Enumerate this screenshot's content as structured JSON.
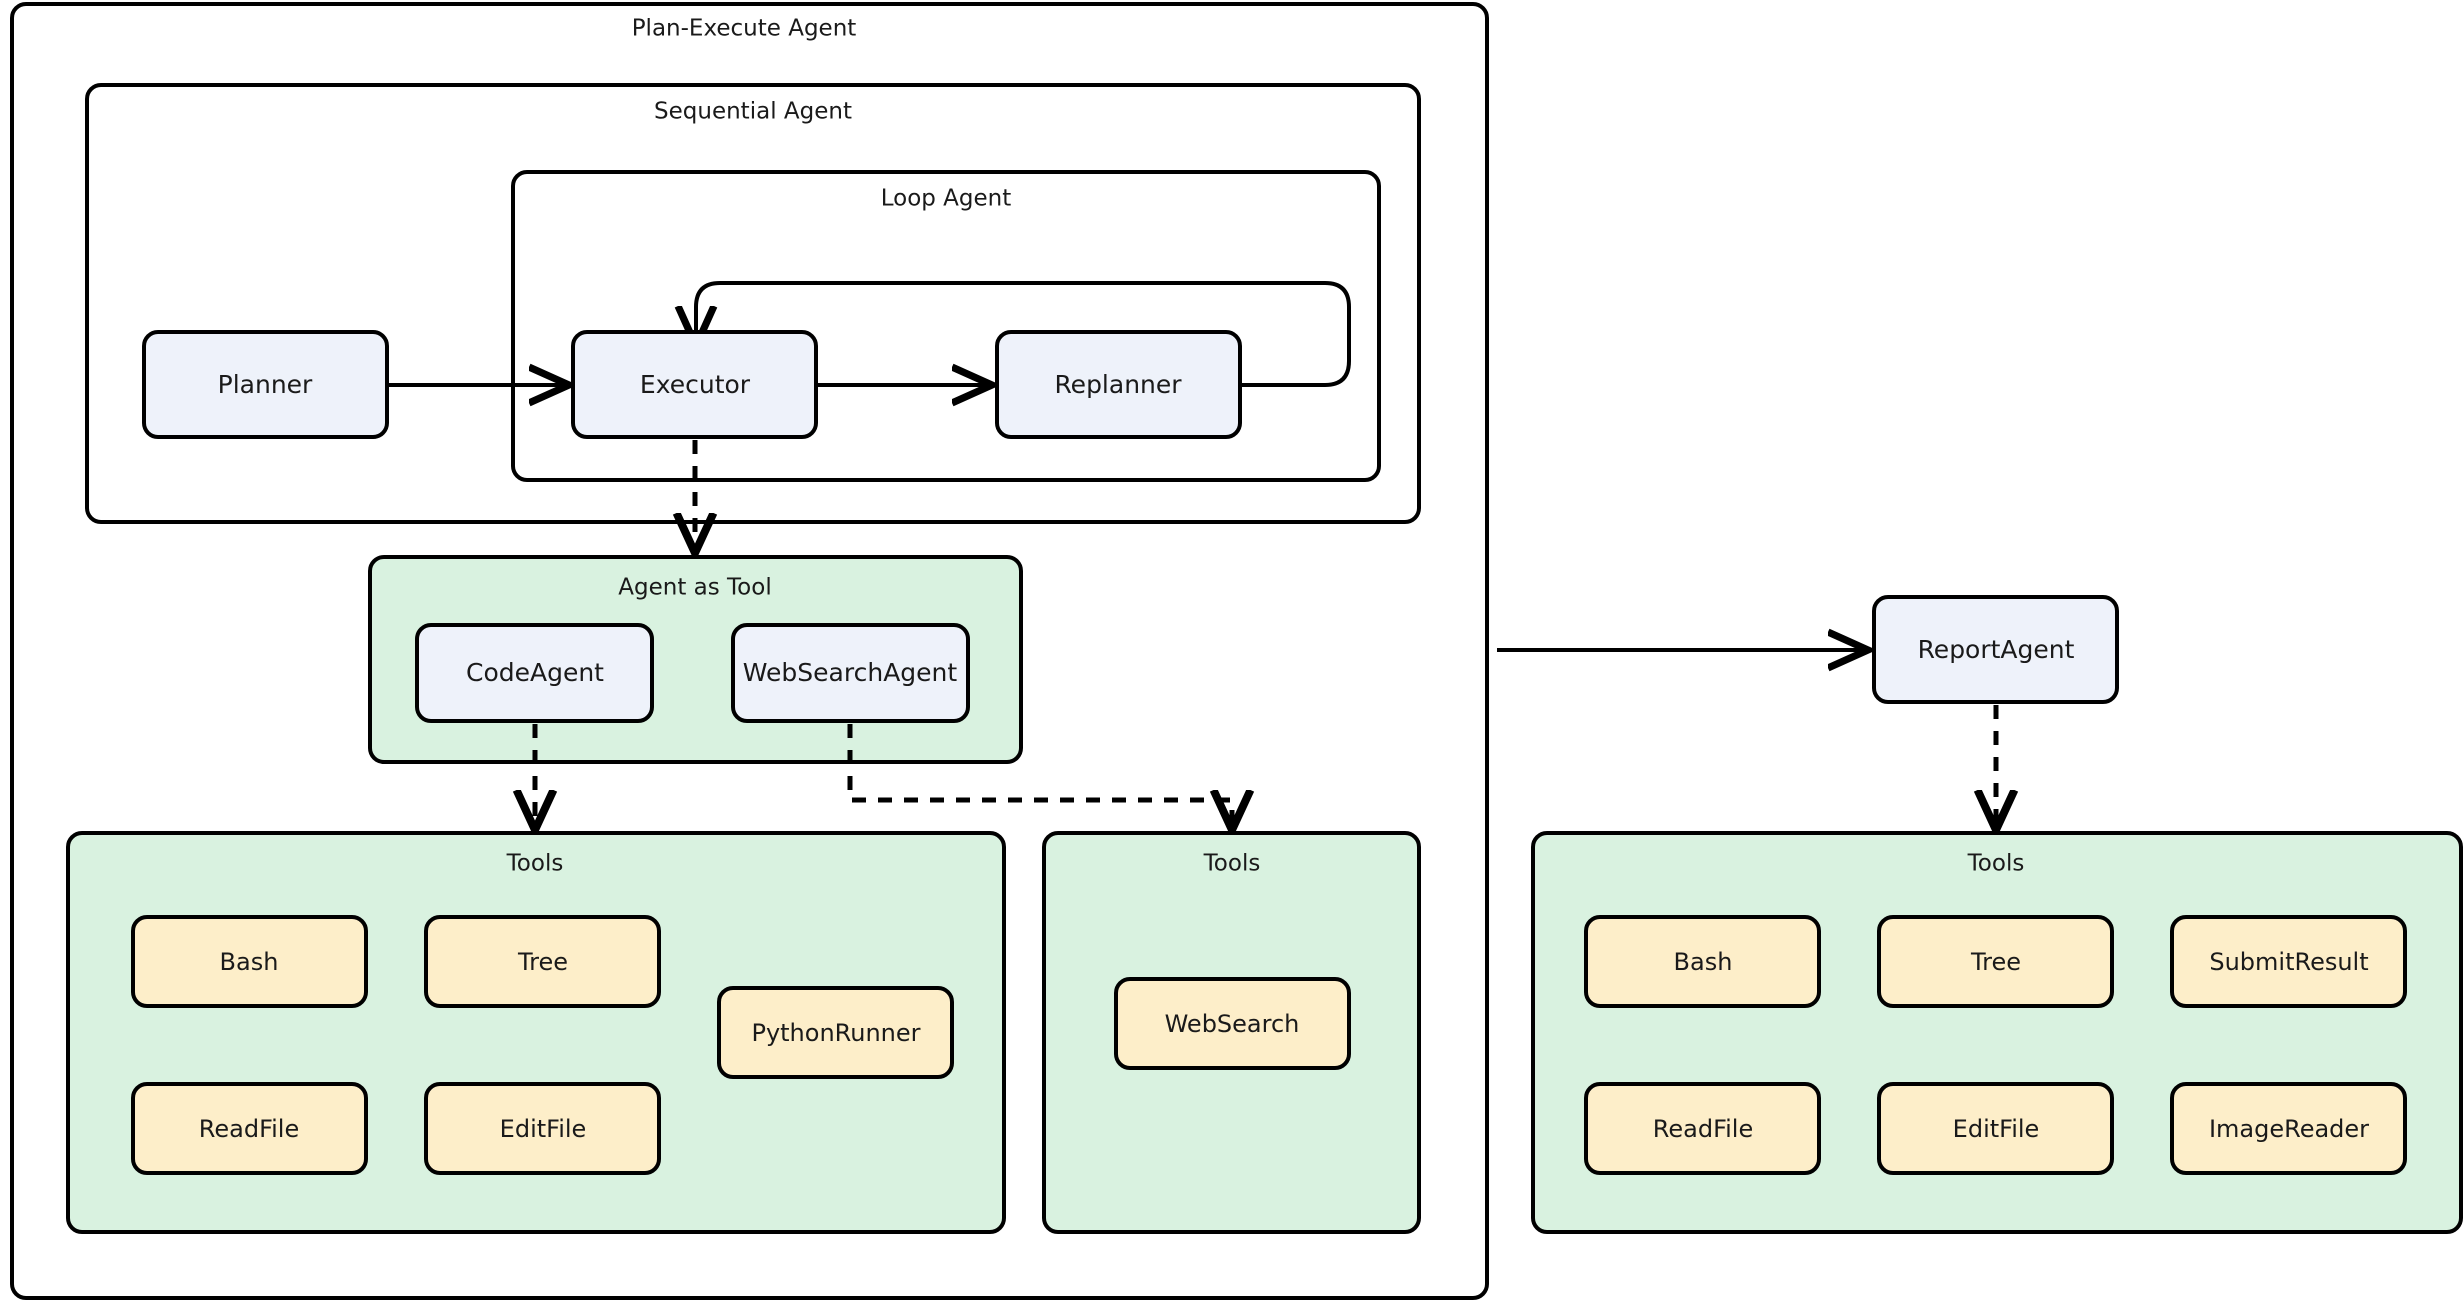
{
  "diagram": {
    "title": "Plan-Execute Agent",
    "colors": {
      "agent_node_fill": "#eef2fa",
      "group_green_fill": "#d9f2e0",
      "tool_node_fill": "#fdeec9",
      "stroke": "#000000",
      "background": "#ffffff"
    },
    "groups": {
      "plan_execute_agent": {
        "label": "Plan-Execute Agent"
      },
      "sequential_agent": {
        "label": "Sequential Agent"
      },
      "loop_agent": {
        "label": "Loop Agent"
      },
      "agent_as_tool": {
        "label": "Agent as Tool"
      },
      "code_tools": {
        "label": "Tools"
      },
      "websearch_tools": {
        "label": "Tools"
      },
      "report_tools": {
        "label": "Tools"
      }
    },
    "nodes": {
      "planner": {
        "label": "Planner"
      },
      "executor": {
        "label": "Executor"
      },
      "replanner": {
        "label": "Replanner"
      },
      "code_agent": {
        "label": "CodeAgent"
      },
      "websearch_agent": {
        "label": "WebSearchAgent"
      },
      "report_agent": {
        "label": "ReportAgent"
      }
    },
    "code_tools_items": [
      {
        "label": "Bash"
      },
      {
        "label": "Tree"
      },
      {
        "label": "PythonRunner"
      },
      {
        "label": "ReadFile"
      },
      {
        "label": "EditFile"
      }
    ],
    "websearch_tools_items": [
      {
        "label": "WebSearch"
      }
    ],
    "report_tools_items": [
      {
        "label": "Bash"
      },
      {
        "label": "Tree"
      },
      {
        "label": "SubmitResult"
      },
      {
        "label": "ReadFile"
      },
      {
        "label": "EditFile"
      },
      {
        "label": "ImageReader"
      }
    ]
  }
}
